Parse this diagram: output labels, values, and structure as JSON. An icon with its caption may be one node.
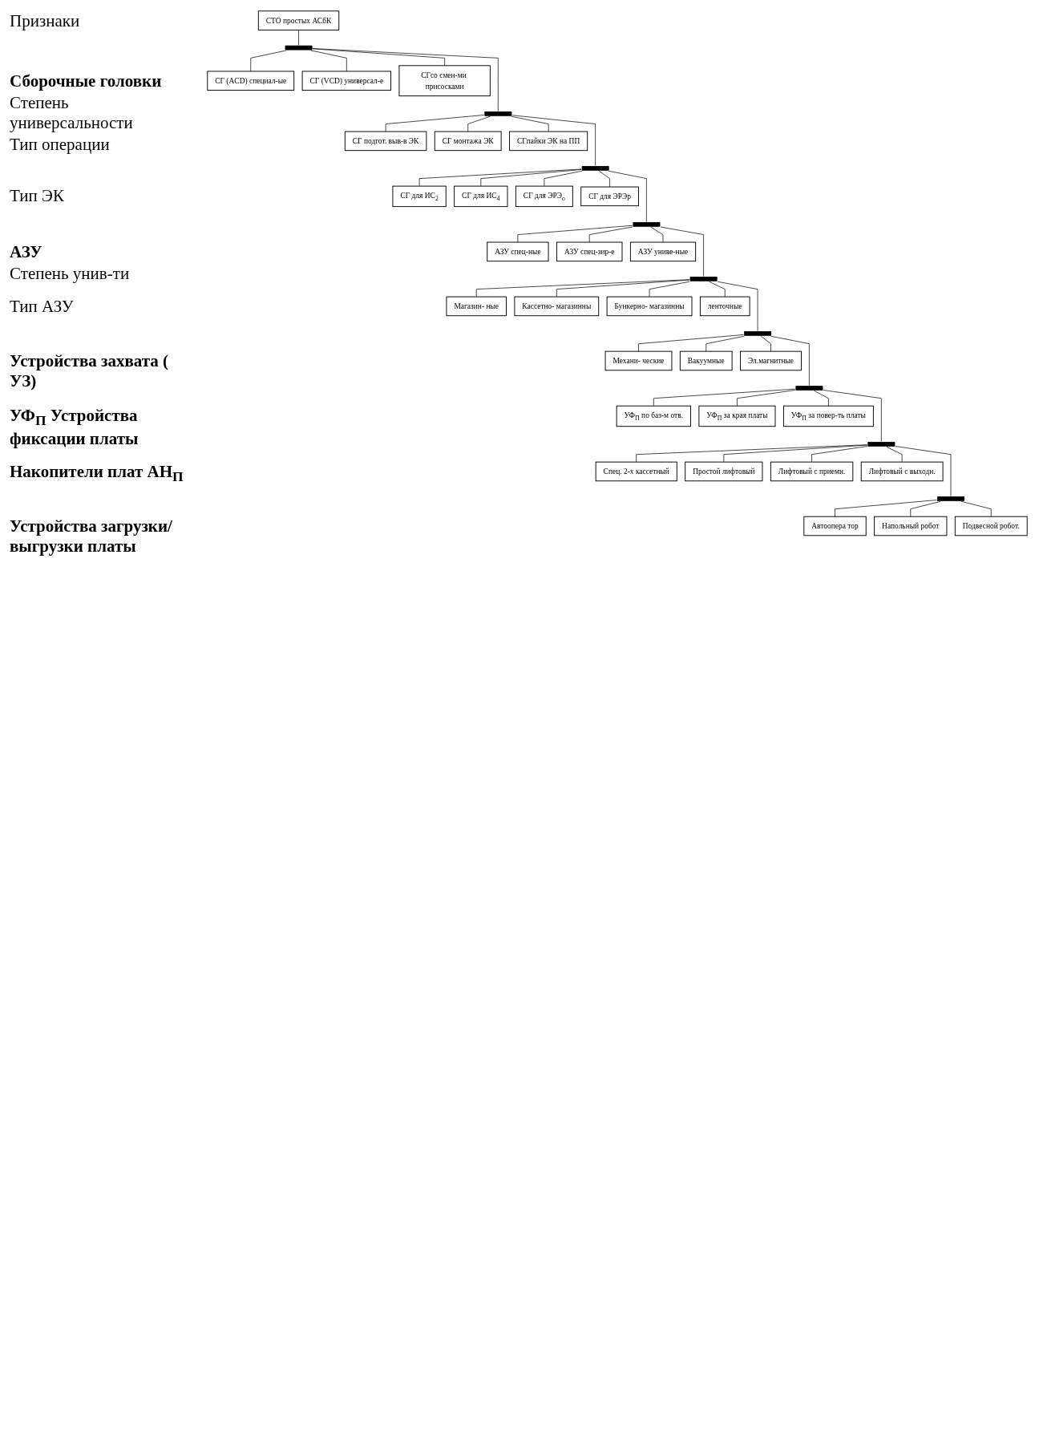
{
  "diagram": {
    "nodes": [
      {
        "text": [
          "СТО простых АСбК"
        ]
      },
      {
        "text": [],
        "shape": "bar"
      },
      {
        "text": [
          "СГ (ACD) специал-ые"
        ]
      },
      {
        "text": [
          "СГ (VCD) универсал-е"
        ]
      },
      {
        "text": [
          "СГсо смен-ми присосками"
        ]
      },
      {
        "text": [],
        "shape": "bar"
      },
      {
        "text": [
          "СГ подгот. выв-в ЭК"
        ]
      },
      {
        "text": [
          "СГ монтажа ЭК"
        ]
      },
      {
        "text": [
          "СГпайки ЭК на ПП"
        ]
      },
      {
        "text": [],
        "shape": "bar"
      },
      {
        "text": [
          "СГ для ИС$_{2}$"
        ]
      },
      {
        "text": [
          "СГ для ИС$_{4}$"
        ]
      },
      {
        "text": [
          "СГ для ЭРЭ$_{о}$"
        ]
      },
      {
        "text": [
          "СГ для ЭРЭр"
        ]
      },
      {
        "text": [],
        "shape": "bar"
      },
      {
        "text": [
          "АЗУ спец-ные"
        ]
      },
      {
        "text": [
          "АЗУ спец-зир-е"
        ]
      },
      {
        "text": [
          "АЗУ униве-ные"
        ]
      },
      {
        "text": [],
        "shape": "bar"
      },
      {
        "text": [
          "Магазин- ные"
        ]
      },
      {
        "text": [
          "Кассетно- магазинны"
        ]
      },
      {
        "text": [
          "Бункерно- магазинны"
        ]
      },
      {
        "text": [
          "ленточные"
        ]
      },
      {
        "text": [],
        "shape": "bar"
      },
      {
        "text": [
          "Механи- ческие"
        ]
      },
      {
        "text": [
          "Вакуумные"
        ]
      },
      {
        "text": [
          "Эл.магнитные"
        ]
      },
      {
        "text": [],
        "shape": "bar"
      },
      {
        "text": [
          "УФ$_{П}$ по баз-м отв."
        ]
      },
      {
        "text": [
          "УФ$_{П}$ за края платы"
        ]
      },
      {
        "text": [
          "УФ$_{П}$ за повер-ть платы"
        ]
      },
      {
        "text": [],
        "shape": "bar"
      },
      {
        "text": [
          "Спец. 2-х кассетный"
        ]
      },
      {
        "text": [
          "Простой лифтовый"
        ]
      },
      {
        "text": [
          "Лифтовый с приемн."
        ]
      },
      {
        "text": [
          "Лифтовый с выходн."
        ]
      },
      {
        "text": [],
        "shape": "bar"
      },
      {
        "text": [
          "Автоопера тор"
        ]
      },
      {
        "text": [
          "Напольный робот"
        ]
      },
      {
        "text": [
          "Подвесной робот."
        ]
      }
    ],
    "edges": [
      {
        "from": 0,
        "to": 1,
        "arrow": "none"
      },
      {
        "from": 1,
        "to": 2,
        "arrow": "none"
      },
      {
        "from": 1,
        "to": 3,
        "arrow": "none"
      },
      {
        "from": 1,
        "to": 4,
        "arrow": "none"
      },
      {
        "from": 1,
        "to": 5,
        "arrow": "none"
      },
      {
        "from": 5,
        "to": 6,
        "arrow": "none"
      },
      {
        "from": 5,
        "to": 7,
        "arrow": "none"
      },
      {
        "from": 5,
        "to": 8,
        "arrow": "none"
      },
      {
        "from": 5,
        "to": 9,
        "arrow": "none"
      },
      {
        "from": 9,
        "to": 10,
        "arrow": "none"
      },
      {
        "from": 9,
        "to": 11,
        "arrow": "none"
      },
      {
        "from": 9,
        "to": 12,
        "arrow": "none"
      },
      {
        "from": 9,
        "to": 13,
        "arrow": "none"
      },
      {
        "from": 9,
        "to": 14,
        "arrow": "none"
      },
      {
        "from": 14,
        "to": 15,
        "arrow": "none"
      },
      {
        "from": 14,
        "to": 16,
        "arrow": "none"
      },
      {
        "from": 14,
        "to": 17,
        "arrow": "none"
      },
      {
        "from": 14,
        "to": 18,
        "arrow": "none"
      },
      {
        "from": 18,
        "to": 19,
        "arrow": "none"
      },
      {
        "from": 18,
        "to": 20,
        "arrow": "none"
      },
      {
        "from": 18,
        "to": 21,
        "arrow": "none"
      },
      {
        "from": 18,
        "to": 22,
        "arrow": "none"
      },
      {
        "from": 18,
        "to": 23,
        "arrow": "none"
      },
      {
        "from": 23,
        "to": 24,
        "arrow": "none"
      },
      {
        "from": 23,
        "to": 25,
        "arrow": "none"
      },
      {
        "from": 23,
        "to": 26,
        "arrow": "none"
      },
      {
        "from": 23,
        "to": 27,
        "arrow": "none"
      },
      {
        "from": 27,
        "to": 28,
        "arrow": "none"
      },
      {
        "from": 27,
        "to": 29,
        "arrow": "none"
      },
      {
        "from": 27,
        "to": 30,
        "arrow": "none"
      },
      {
        "from": 27,
        "to": 31,
        "arrow": "none"
      },
      {
        "from": 31,
        "to": 32,
        "arrow": "none"
      },
      {
        "from": 31,
        "to": 33,
        "arrow": "none"
      },
      {
        "from": 31,
        "to": 34,
        "arrow": "none"
      },
      {
        "from": 31,
        "to": 35,
        "arrow": "none"
      },
      {
        "from": 31,
        "to": 36,
        "arrow": "none"
      },
      {
        "from": 36,
        "to": 37,
        "arrow": "none"
      },
      {
        "from": 36,
        "to": 38,
        "arrow": "none"
      },
      {
        "from": 36,
        "to": 39,
        "arrow": "none"
      }
    ],
    "labels": [
      "Признаки",
      "Сборочные головки",
      "Степень универсальности",
      "Тип операции",
      "Тип ЭК",
      "АЗУ",
      "Степень унив-ти",
      "Тип АЗУ",
      "Устройства захвата ( УЗ)",
      "УФ$_{П}$ Устройства фиксации платы",
      "Накопители плат АН$_{П}$",
      "Устройства загрузки/выгрузки платы"
    ]
  }
}
